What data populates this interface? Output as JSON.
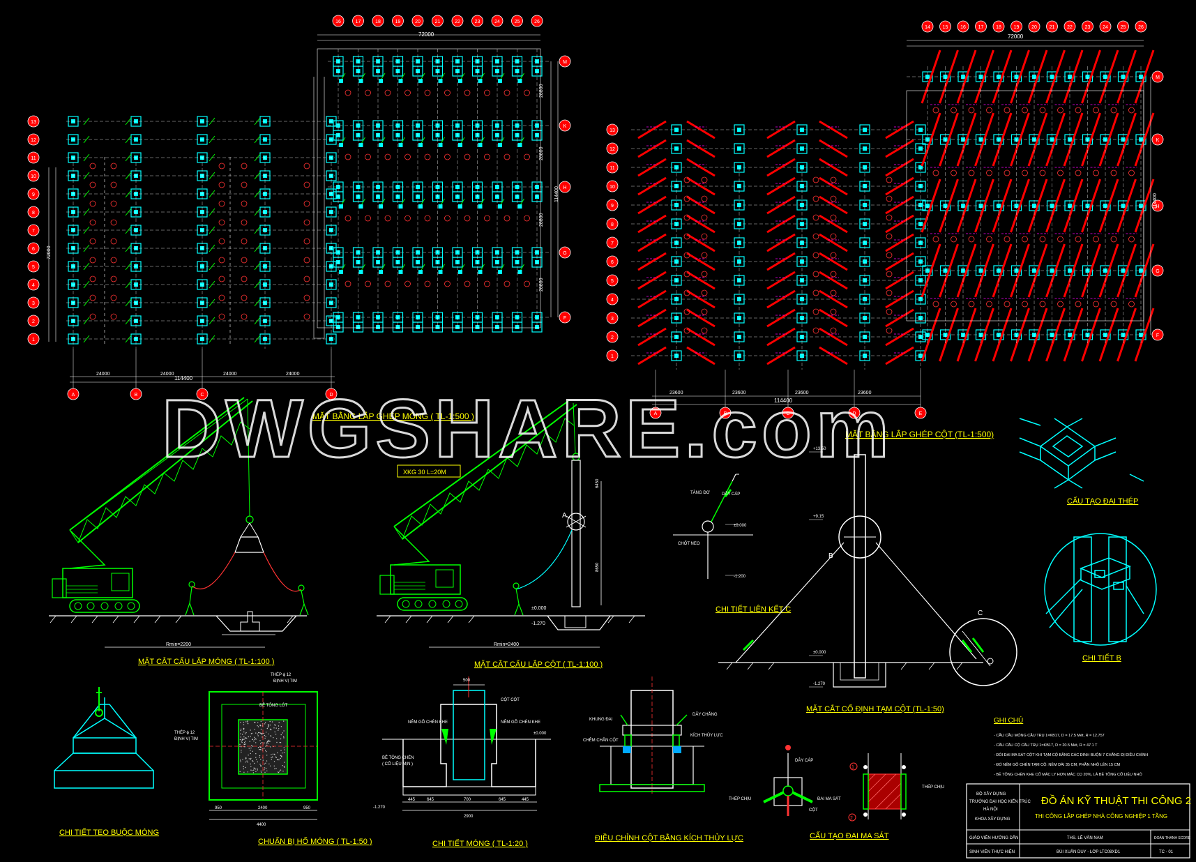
{
  "watermark": "DWGSHARE.com",
  "plan_foundation": {
    "title": "MẶT BẰNG LẮP GHÉP MÓNG ( TL-1:500 )",
    "top_axes": [
      "16",
      "17",
      "18",
      "19",
      "20",
      "21",
      "22",
      "23",
      "24",
      "25",
      "26"
    ],
    "left_axes": [
      "1",
      "2",
      "3",
      "4",
      "5",
      "6",
      "7",
      "8",
      "9",
      "10",
      "11",
      "12",
      "13"
    ],
    "bottom_axes": [
      "A",
      "B",
      "C",
      "D"
    ],
    "right_axes": [
      "M",
      "K",
      "H",
      "G",
      "F"
    ],
    "bottom_dims": [
      "24000",
      "24000",
      "24000",
      "24000"
    ],
    "bottom_total": "114400",
    "top_total": "72000",
    "right_dims": [
      "28800",
      "28800",
      "28800",
      "28800"
    ],
    "right_total": "114400",
    "left_total": "72000"
  },
  "plan_column": {
    "title": "MẶT BẰNG LẮP GHÉP CỘT (TL-1:500)",
    "top_axes": [
      "14",
      "15",
      "16",
      "17",
      "18",
      "19",
      "20",
      "21",
      "22",
      "23",
      "24",
      "25",
      "26"
    ],
    "left_axes": [
      "1",
      "2",
      "3",
      "4",
      "5",
      "6",
      "7",
      "8",
      "9",
      "10",
      "11",
      "12",
      "13"
    ],
    "bottom_axes": [
      "A",
      "B",
      "C",
      "D",
      "E"
    ],
    "right_axes": [
      "M",
      "K",
      "H",
      "G",
      "F"
    ],
    "bottom_dims": [
      "23600",
      "23600",
      "23600",
      "23600"
    ],
    "bottom_total": "114400",
    "top_total": "72000",
    "right_total": "114400"
  },
  "crane_label": "XKG 30 L=20M",
  "sections": {
    "foundation_lift": {
      "title": "MẶT CẮT CẨU LẮP MÓNG ( TL-1:100 )",
      "dim": "Rmin=2200"
    },
    "column_lift": {
      "title": "MẶT CẮT CẨU LẮP CỘT ( TL-1:100 )",
      "dim": "Rmin=2400",
      "point": "A",
      "level_top": "±0.000",
      "level_bot": "-1.270"
    },
    "joint_c": {
      "title": "CHI TIẾT LIÊN KẾT C",
      "labels": [
        "DÂY CÁP",
        "TĂNG ĐƠ",
        "±0.000",
        "CHỐT NEO",
        "-1.200"
      ]
    },
    "fixing": {
      "title": "MẶT CẮT CỐ ĐỊNH TẠM CỘT (TL-1:50)",
      "labels": [
        "+13.50",
        "+9.15",
        "B",
        "C",
        "±0.000",
        "-1.270"
      ]
    },
    "steel_tie": {
      "title": "CẤU TẠO ĐAI THÉP"
    },
    "detail_b": {
      "title": "CHI TIẾT B"
    },
    "tying": {
      "title": "CHI TIẾT TEO BUỘC MÓNG"
    },
    "pit": {
      "title": "CHUẨN BỊ HỐ MÓNG ( TL-1:50 )",
      "labels": [
        "THÉP ϕ 12",
        "ĐỊNH VỊ TIM",
        "BÊ TÔNG LÓT",
        "THÉP ϕ 12",
        "ĐỊNH VỊ TIM"
      ],
      "dims": [
        "950",
        "2400",
        "950",
        "4400"
      ]
    },
    "footing": {
      "title": "CHI TIẾT MÓNG ( TL-1:20 )",
      "labels": [
        "500",
        "CỘT CỘT",
        "NÊM GỖ CHÈN KHE",
        "NÊM GỖ CHÈN KHE",
        "BÊ TÔNG CHÈN",
        "( CỐ LIỆU MỊN )",
        "±0.000",
        "-1.270"
      ],
      "dims": [
        "445",
        "645",
        "700",
        "645",
        "445",
        "2900"
      ]
    },
    "hydraulic": {
      "title": "ĐIỀU CHỈNH CỘT BẰNG KÍCH THỦY LỰC",
      "labels": [
        "KHUNG ĐAI",
        "DÂY CHẰNG",
        "CHÊM CHÂN CỘT",
        "KÍCH THỦY LỰC"
      ]
    },
    "friction": {
      "title": "CẤU TẠO ĐAI MA SÁT",
      "labels": [
        "DÂY CÁP",
        "THÉP CHỊU",
        "ĐAI MA SÁT",
        "CỘT",
        "THÉP CHỊU",
        "1",
        "2"
      ]
    }
  },
  "notes": {
    "title": "GHI CHÚ",
    "lines": [
      "- CẦU CẦU MÓNG CẦU TRỤ 1=KB17, D = 17.5 Mét, R = 12.757",
      "- CẦU CẦU CỘ CẦU TRỤ 1=KB17, D = 20.5 Mét, R = 47.1 T",
      "- ĐÓI ĐAI MA SÁT CỘT KHI TẠM CỘ BẰNG CÁC ĐINH BUỘN 7 CHẰNG ĐỊ ĐIỀU CHỈNH",
      "- ĐỔ NÊM GỖ CHÈN TẠM CỘ: NÊM DÀI 35 CM; PHẦN NHÔ LÊN 15 CM",
      "- BÊ TÔNG CHÈN KHE CỐ MÁC LY HƠN MÁC CỌ 20%, LÀ BÊ TÔNG CỐ LIỆU NHỎ"
    ]
  },
  "title_block": {
    "org_1": "BỘ XÂY DỰNG",
    "org_2": "TRƯỜNG ĐẠI HỌC KIẾN TRÚC",
    "org_3": "HÀ NỘI",
    "org_4": "KHOA XÂY DỰNG",
    "project_title": "ĐỒ ÁN KỸ THUẬT THI CÔNG 2",
    "project_subtitle": "THI CÔNG LẮP GHÉP NHÀ CÔNG NGHIỆP 1 TẦNG",
    "teacher_label": "GIÁO VIÊN HƯỚNG DẪN",
    "teacher_name": "THS. LÊ VĂN NAM",
    "student_label": "SINH VIÊN THỰC HIỆN",
    "student_name": "BÙI XUÂN DUY - LỚP LTC08XD1",
    "sheet_label": "ĐOÀN THANH SCORE",
    "sheet_no": "TC - 01"
  }
}
